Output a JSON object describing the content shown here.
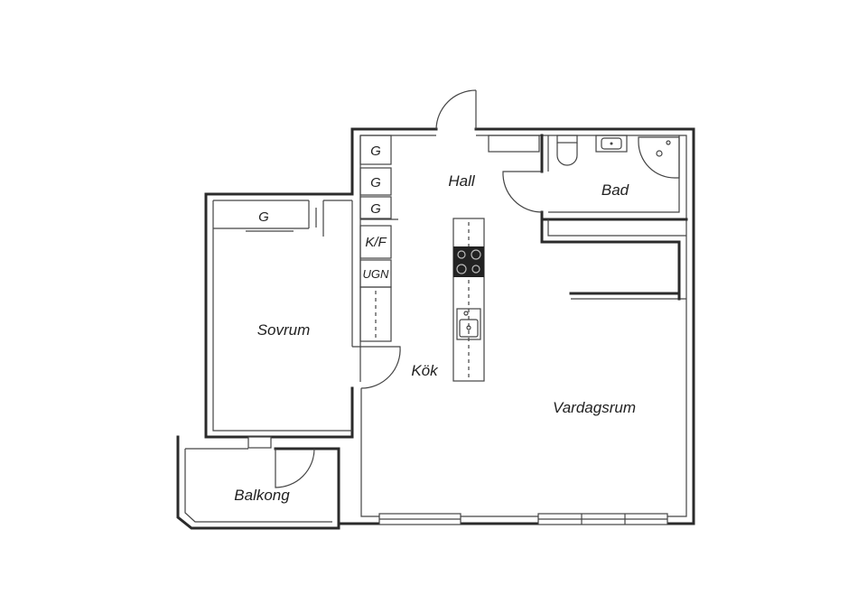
{
  "rooms": {
    "hall": "Hall",
    "bad": "Bad",
    "sovrum": "Sovrum",
    "kok": "Kök",
    "vardagsrum": "Vardagsrum",
    "balkong": "Balkong"
  },
  "closets": {
    "g1": "G",
    "g2": "G",
    "g3": "G",
    "g_sovrum": "G"
  },
  "appliances": {
    "kf": "K/F",
    "ugn": "UGN"
  }
}
